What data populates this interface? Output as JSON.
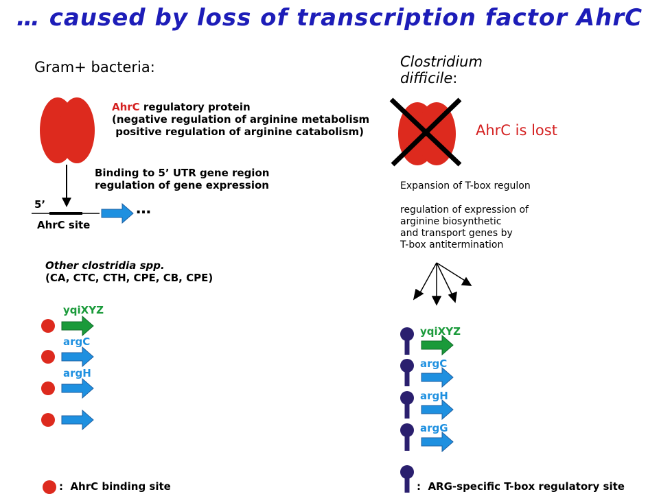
{
  "title": "… caused by loss of transcription factor AhrC",
  "left": {
    "header": "Gram+ bacteria:",
    "protein_name": "AhrC",
    "protein_line1_rest": " regulatory protein",
    "protein_line2": "(negative regulation of arginine metabolism",
    "protein_line3": " positive regulation of arginine catabolism)",
    "binding_line1": "Binding to 5’ UTR gene region",
    "binding_line2": "regulation of gene expression",
    "five_prime": "5’",
    "ellipsis": "…",
    "site_label": "AhrC site",
    "clostridia_line1": "Other clostridia spp.",
    "clostridia_line2": "(CA, CTC, CTH, CPE, CB, CPE)",
    "genes": [
      "yqiXYZ",
      "argC",
      "argH",
      ""
    ],
    "legend": ":  AhrC binding site"
  },
  "right": {
    "header_line1": "Clostridium",
    "header_line2": "difficile",
    "header_colon": ":",
    "lost_text": "AhrC is lost",
    "expansion": "Expansion of T-box regulon",
    "reg_line1": "regulation of expression of",
    "reg_line2": "arginine biosynthetic",
    "reg_line3": "and transport genes by",
    "reg_line4": "T-box antitermination",
    "genes": [
      "yqiXYZ",
      "argC",
      "argH",
      "argG"
    ],
    "legend": ":  ARG-specific T-box regulatory site"
  },
  "colors": {
    "title": "#1d1db8",
    "protein_red": "#dd2a1e",
    "gene_blue": "#1e90e0",
    "gene_green": "#1a9a3a",
    "tbox_navy": "#2a1f6e"
  }
}
